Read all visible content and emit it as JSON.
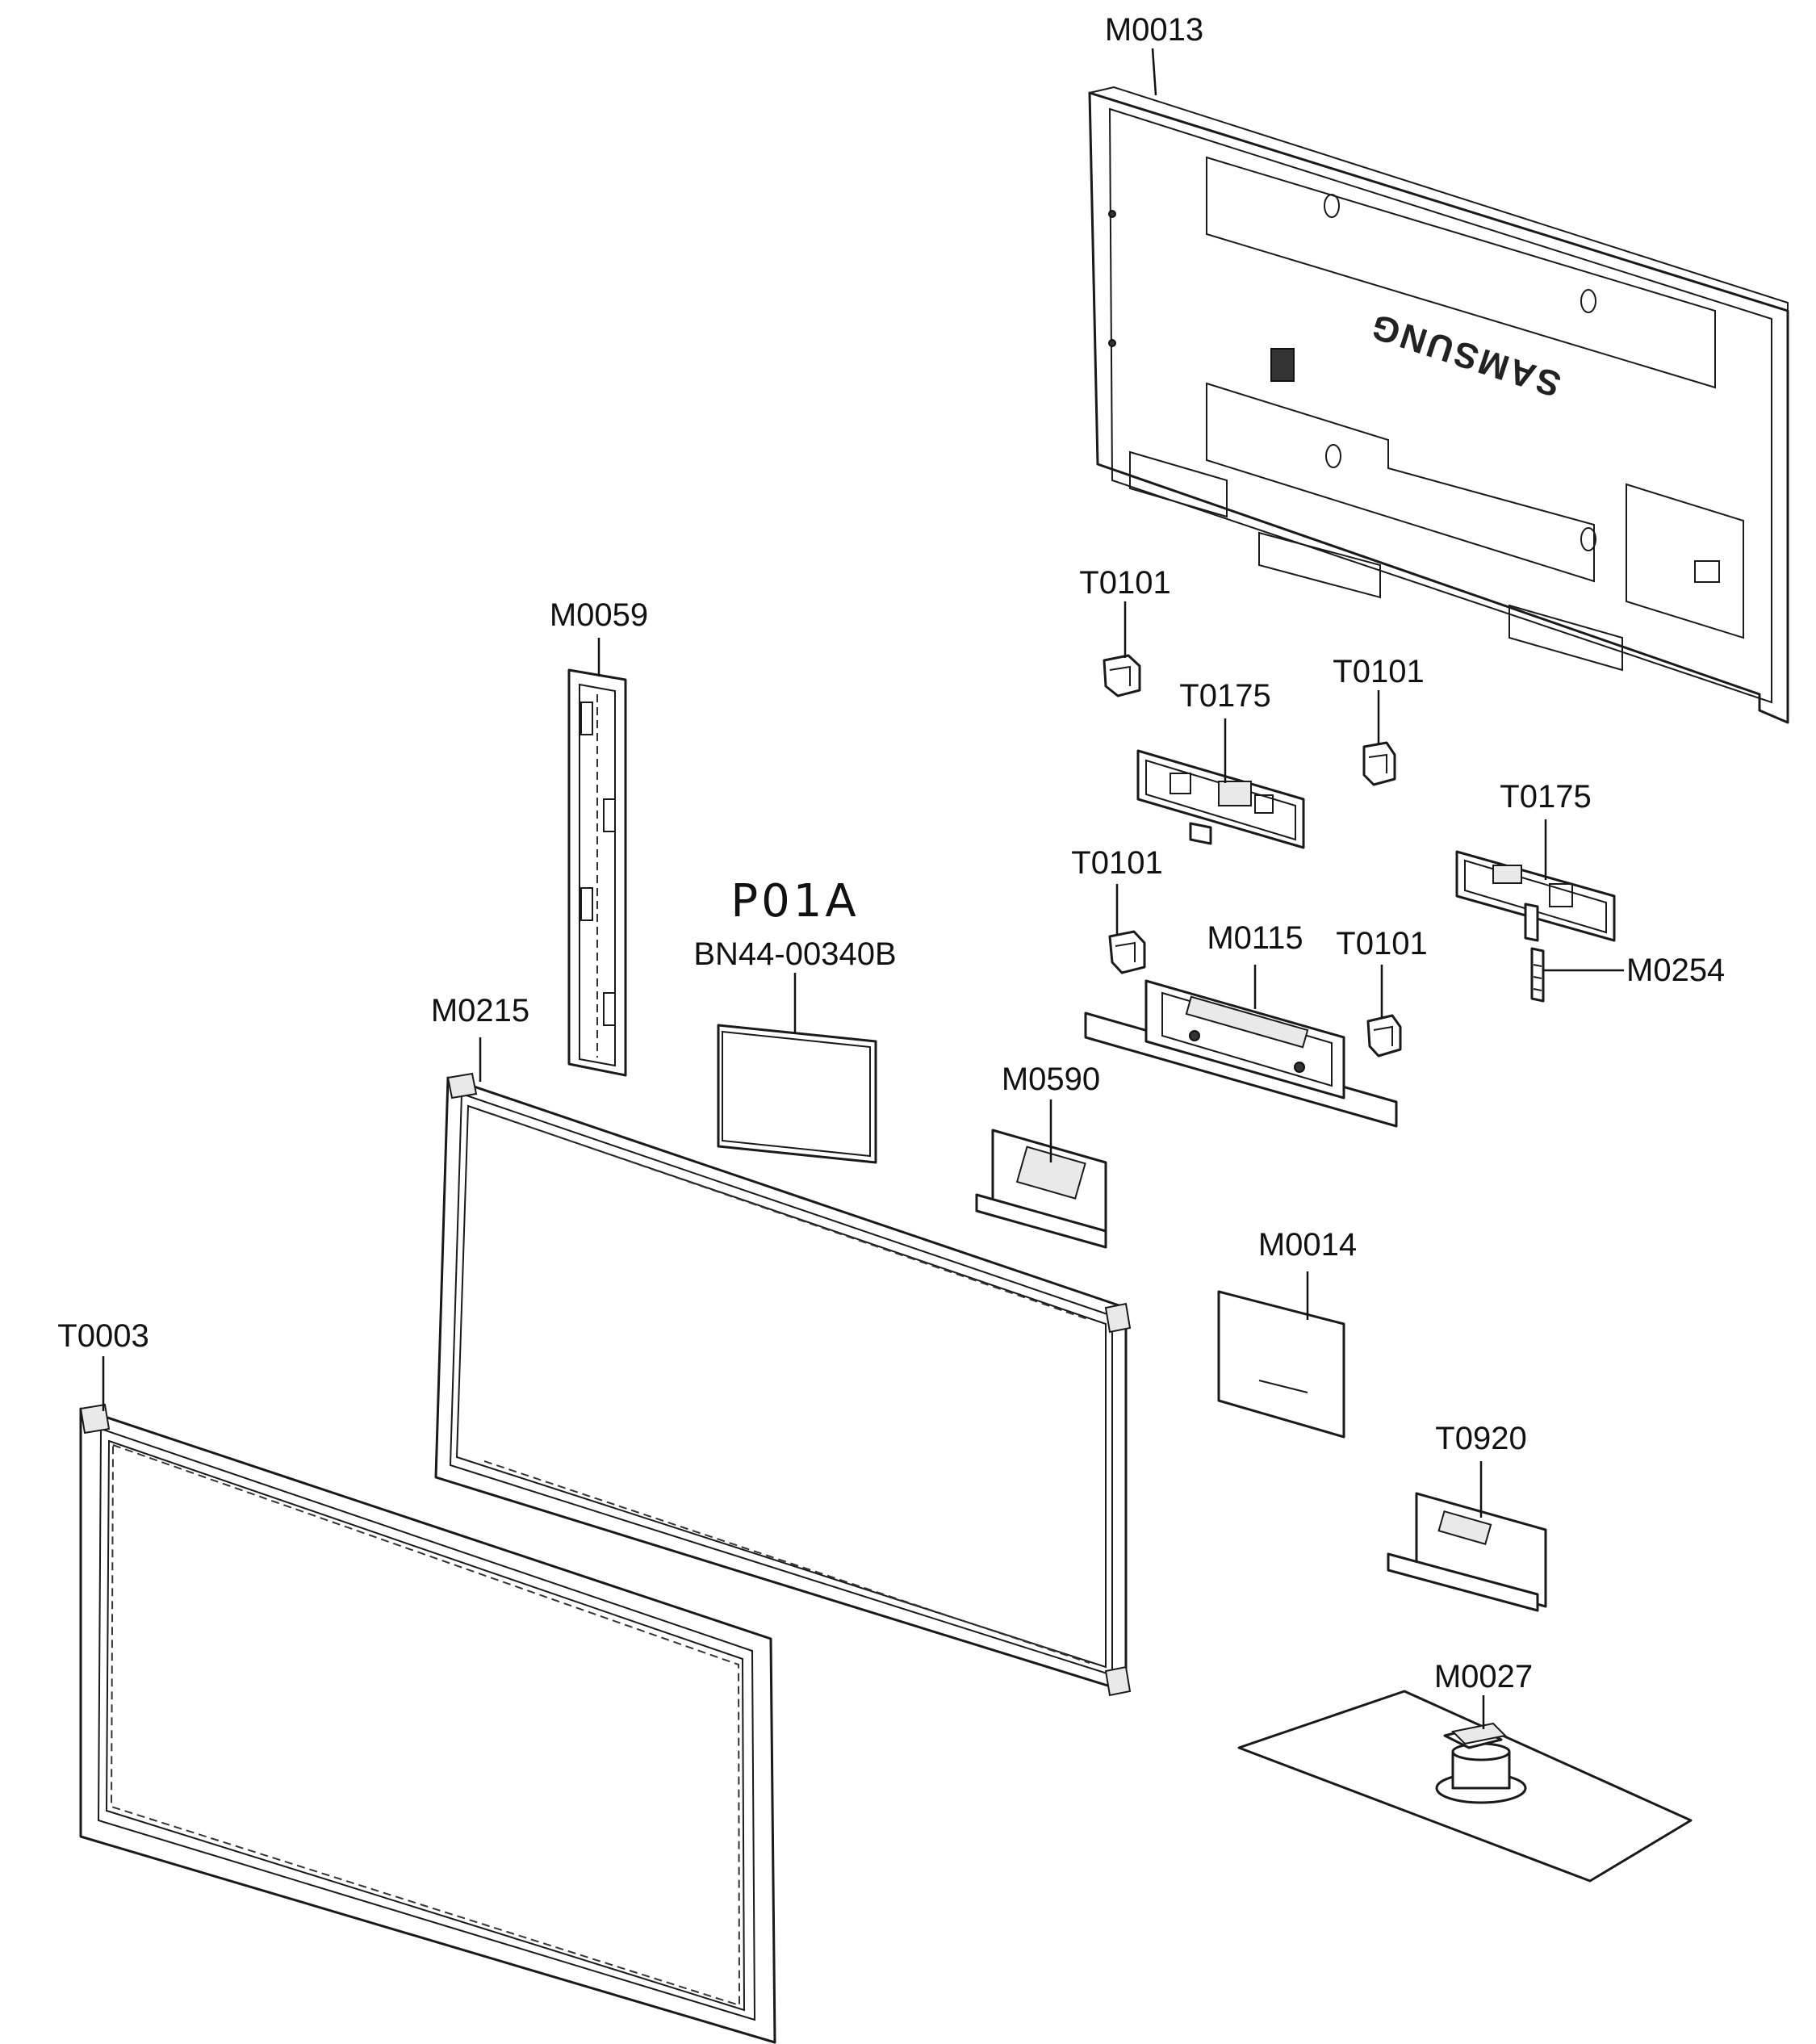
{
  "labels": {
    "m0013": "M0013",
    "t0101_a": "T0101",
    "t0101_b": "T0101",
    "t0101_c": "T0101",
    "t0101_d": "T0101",
    "t0175_a": "T0175",
    "t0175_b": "T0175",
    "m0059": "M0059",
    "m0115": "M0115",
    "m0254": "M0254",
    "m0215": "M0215",
    "bn44": "BN44-00340B",
    "m0590": "M0590",
    "m0014": "M0014",
    "t0003": "T0003",
    "t0920": "T0920",
    "m0027": "M0027"
  },
  "handwritten_note": "P01A",
  "back_cover_brand": "SAMSUNG"
}
